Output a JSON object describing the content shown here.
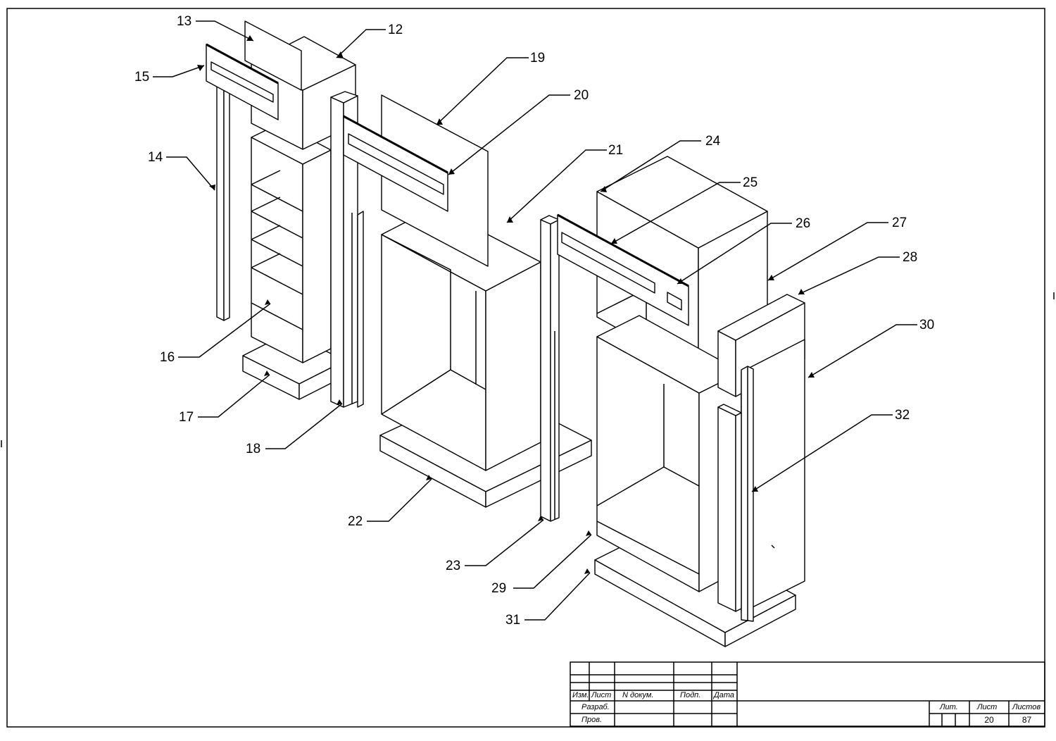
{
  "callouts": [
    {
      "label": "12"
    },
    {
      "label": "13"
    },
    {
      "label": "14"
    },
    {
      "label": "15"
    },
    {
      "label": "16"
    },
    {
      "label": "17"
    },
    {
      "label": "18"
    },
    {
      "label": "19"
    },
    {
      "label": "20"
    },
    {
      "label": "21"
    },
    {
      "label": "22"
    },
    {
      "label": "23"
    },
    {
      "label": "24"
    },
    {
      "label": "25"
    },
    {
      "label": "26"
    },
    {
      "label": "27"
    },
    {
      "label": "28"
    },
    {
      "label": "29"
    },
    {
      "label": "30"
    },
    {
      "label": "31"
    },
    {
      "label": "32"
    }
  ],
  "title_block": {
    "izm": "Изм.",
    "list": "Лист",
    "n_dokum": "N докум.",
    "podp": "Подп.",
    "data": "Дата",
    "razrab": "Разраб.",
    "prov": "Пров.",
    "lit": "Лит.",
    "list_label": "Лист",
    "listov": "Листов",
    "sheet_number": "20",
    "total_sheets": "87"
  }
}
